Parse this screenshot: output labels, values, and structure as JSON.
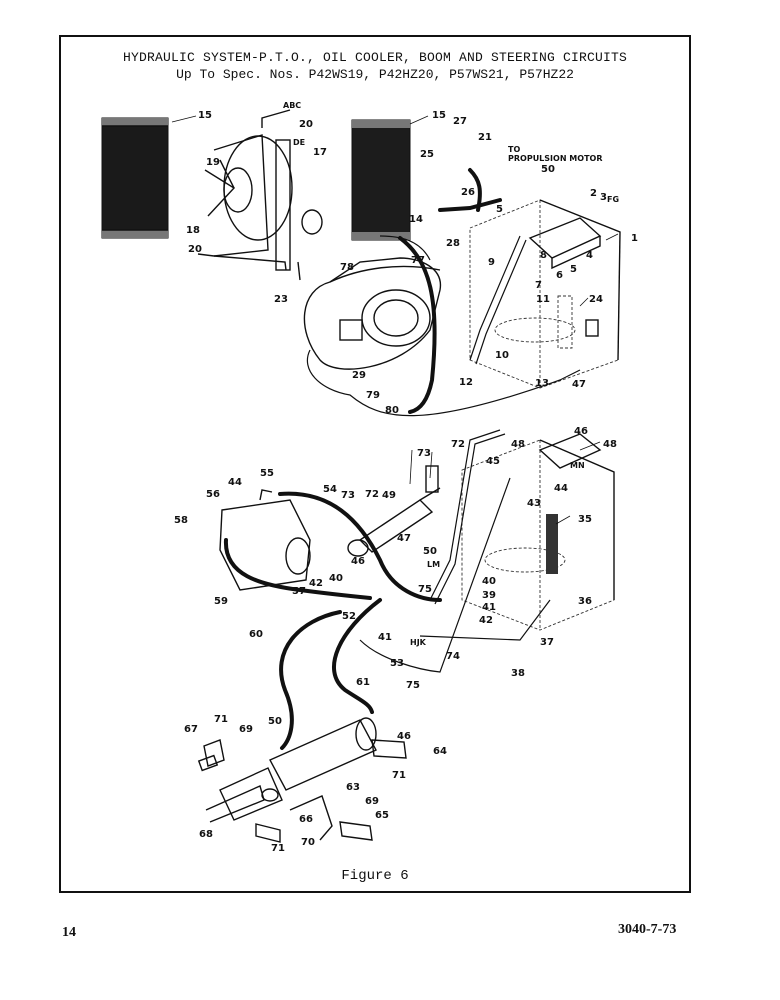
{
  "header": {
    "title_line1": "HYDRAULIC SYSTEM-P.T.O., OIL COOLER, BOOM AND STEERING CIRCUITS",
    "title_line2": "Up To Spec. Nos. P42WS19, P42HZ20, P57WS21, P57HZ22"
  },
  "figure": {
    "caption": "Figure 6",
    "callouts": {
      "abc": "ABC",
      "de": "DE",
      "fg": "FG",
      "hjk": "HJK",
      "lm": "LM",
      "mn": "MN",
      "to_motor_1": "TO",
      "to_motor_2": "PROPULSION MOTOR",
      "c1": "1",
      "c2": "2",
      "c3": "3",
      "c4": "4",
      "c5": "5",
      "c6": "6",
      "c7": "7",
      "c8": "8",
      "c9": "9",
      "c10": "10",
      "c11": "11",
      "c12": "12",
      "c13": "13",
      "c14": "14",
      "c15": "15",
      "c17": "17",
      "c18": "18",
      "c19": "19",
      "c20": "20",
      "c21": "21",
      "c23": "23",
      "c24": "24",
      "c25": "25",
      "c26": "26",
      "c27": "27",
      "c28": "28",
      "c29": "29",
      "c35": "35",
      "c36": "36",
      "c37": "37",
      "c38": "38",
      "c39": "39",
      "c40": "40",
      "c41": "41",
      "c42": "42",
      "c43": "43",
      "c44": "44",
      "c45": "45",
      "c46": "46",
      "c47": "47",
      "c48": "48",
      "c49": "49",
      "c50": "50",
      "c52": "52",
      "c53": "53",
      "c54": "54",
      "c55": "55",
      "c56": "56",
      "c57": "57",
      "c58": "58",
      "c59": "59",
      "c60": "60",
      "c61": "61",
      "c63": "63",
      "c64": "64",
      "c65": "65",
      "c66": "66",
      "c67": "67",
      "c68": "68",
      "c69": "69",
      "c70": "70",
      "c71": "71",
      "c72": "72",
      "c73": "73",
      "c74": "74",
      "c75": "75",
      "c77": "77",
      "c78": "78",
      "c79": "79",
      "c80": "80"
    }
  },
  "footer": {
    "page_number": "14",
    "doc_code": "3040-7-73"
  }
}
